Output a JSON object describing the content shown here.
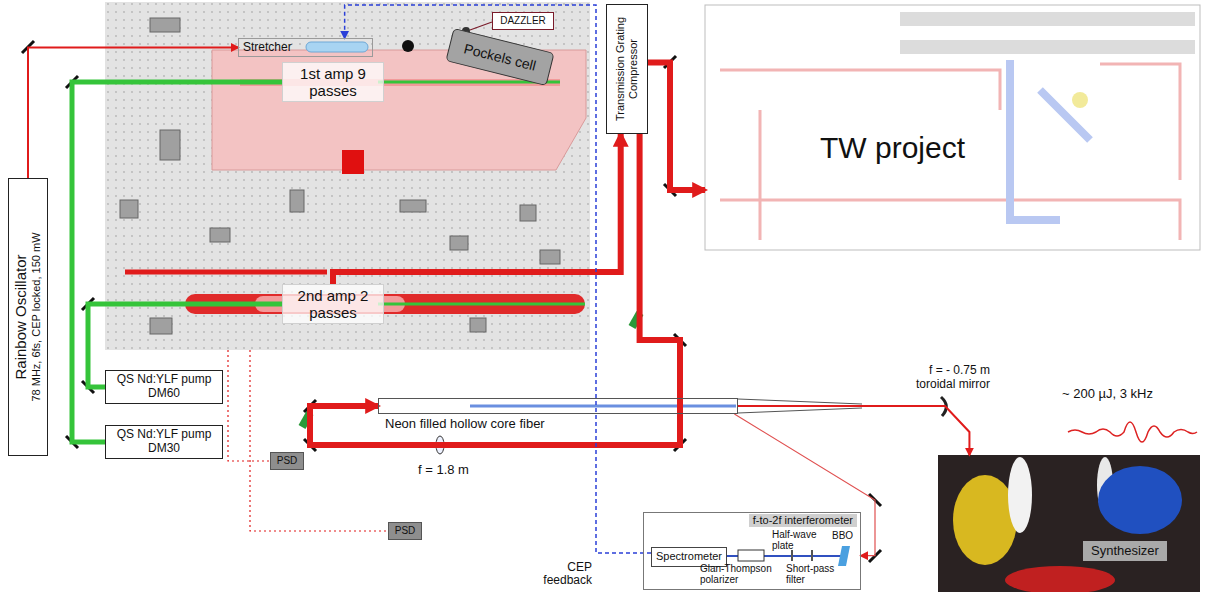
{
  "diagram": {
    "nodes": [
      {
        "text": [
          "Rainbow Oscillator",
          "78 MHz, 6fs, CEP locked, 150 mW"
        ]
      },
      {
        "text": [
          "Stretcher"
        ]
      },
      {
        "text": [
          "DAZZLER"
        ]
      },
      {
        "text": [
          "Pockels cell"
        ]
      },
      {
        "text": [
          "1st amp 9 passes"
        ]
      },
      {
        "text": [
          "2nd amp 2 passes"
        ]
      },
      {
        "text": [
          "QS Nd:YLF pump DM60"
        ]
      },
      {
        "text": [
          "QS Nd:YLF pump DM30"
        ]
      },
      {
        "text": [
          "PSD"
        ]
      },
      {
        "text": [
          "PSD"
        ]
      },
      {
        "text": [
          "Transmission Grating Compressor"
        ]
      },
      {
        "text": [
          "TW project"
        ]
      },
      {
        "text": [
          "Neon filled hollow core fiber"
        ]
      },
      {
        "text": [
          "f-to-2f interferometer"
        ]
      },
      {
        "text": [
          "Spectrometer"
        ],
        "in": 13
      },
      {
        "text": [
          "Synthesizer"
        ]
      }
    ],
    "edges": [
      {
        "from": 0,
        "to": 1,
        "arrow": "to"
      },
      {
        "from": 6,
        "to": 5,
        "arrow": "none"
      },
      {
        "from": 7,
        "to": 4,
        "arrow": "none"
      },
      {
        "from": 5,
        "to": 10,
        "arrow": "to"
      },
      {
        "from": 10,
        "to": 11,
        "arrow": "to"
      },
      {
        "from": 10,
        "to": 12,
        "arrow": "to"
      },
      {
        "from": 12,
        "to": 15,
        "arrow": "to"
      },
      {
        "from": 12,
        "to": 13,
        "arrow": "to"
      },
      {
        "from": 14,
        "to": 1,
        "arrow": "to"
      }
    ],
    "labels": [
      "f = 1.8 m",
      "f = - 0.75 m toroidal mirror",
      "~ 200 µJ, 3 kHz",
      "CEP feedback",
      "Glan-Thompson polarizer",
      "Half-wave plate",
      "Short-pass filter",
      "BBO"
    ]
  }
}
